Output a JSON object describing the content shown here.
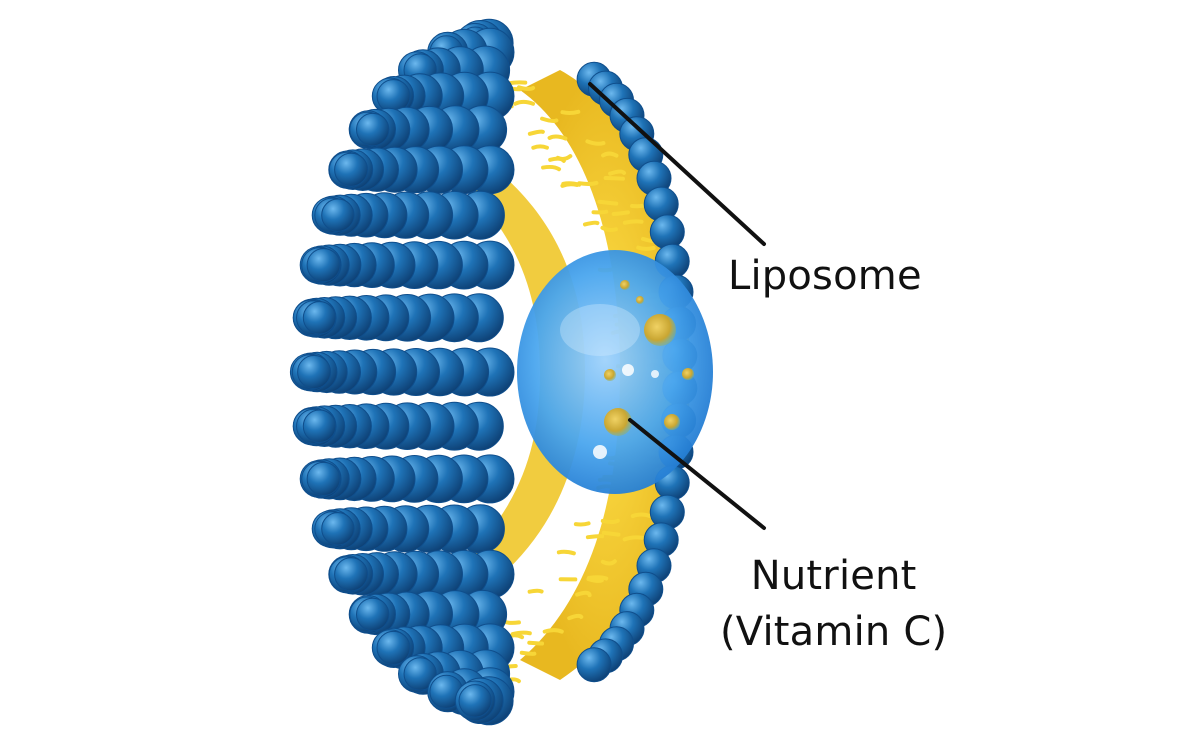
{
  "diagram": {
    "subject": "Liposome cross-section encapsulating a nutrient",
    "background_color": "#ffffff",
    "colors": {
      "phospholipid_head": "#1f73b7",
      "phospholipid_head_highlight": "#5fb0ea",
      "phospholipid_head_shadow": "#0d3f73",
      "lipid_tail": "#f2d22e",
      "core_fill": "#4aa6ee",
      "core_highlight": "#bfe3ff",
      "nutrient_particle": "#d6b43a",
      "leader_line": "#111111",
      "label_text": "#111111"
    },
    "labels": [
      {
        "id": "liposome",
        "lines": [
          "Liposome"
        ],
        "leader_from": [
          590,
          84
        ],
        "leader_to": [
          764,
          244
        ]
      },
      {
        "id": "nutrient",
        "lines": [
          "Nutrient",
          "(Vitamin C)"
        ],
        "leader_from": [
          630,
          420
        ],
        "leader_to": [
          764,
          528
        ]
      }
    ]
  }
}
